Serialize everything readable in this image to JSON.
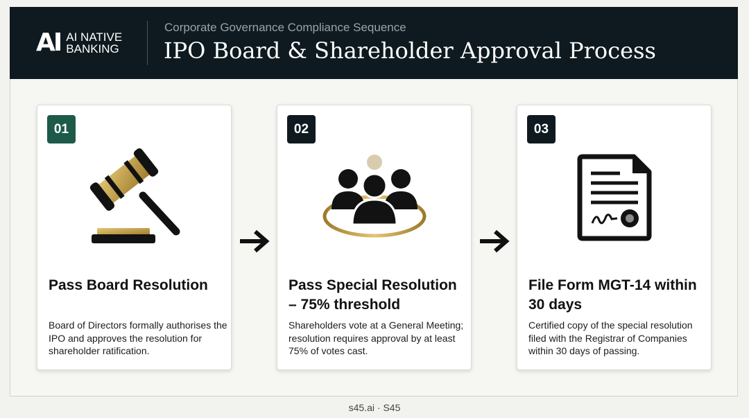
{
  "brand": {
    "mark": "AI",
    "line1": "AI NATIVE",
    "line2": "BANKING"
  },
  "header": {
    "subtitle": "Corporate Governance Compliance Sequence",
    "title": "IPO Board & Shareholder Approval Process"
  },
  "steps": [
    {
      "number": "01",
      "title": "Pass Board Resolution",
      "description": "Board of Directors formally authorises the IPO and approves the resolution for shareholder ratification.",
      "icon": "gavel-icon",
      "badge_color": "#1e5a4a"
    },
    {
      "number": "02",
      "title": "Pass Special Resolution – 75% threshold",
      "description": "Shareholders vote at a General Meeting; resolution requires approval by at least 75% of votes cast.",
      "icon": "shareholders-group-icon",
      "badge_color": "#0e1a1f"
    },
    {
      "number": "03",
      "title": "File Form MGT-14 within 30 days",
      "description": "Certified copy of the special resolution filed with the Registrar of Companies within 30 days of passing.",
      "icon": "certified-document-icon",
      "badge_color": "#0e1a1f"
    }
  ],
  "footer": {
    "text": "s45.ai · S45"
  },
  "colors": {
    "header_bg": "#0e1a1f",
    "accent_gold": "#b8963c",
    "dark": "#111111"
  }
}
